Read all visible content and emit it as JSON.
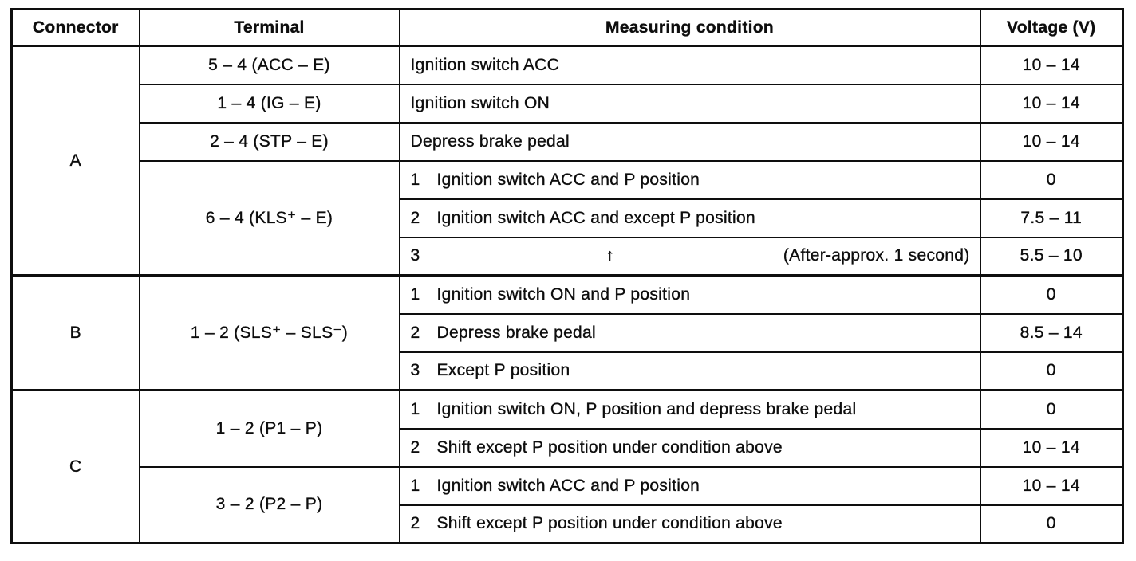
{
  "colors": {
    "ink": "#0e0e0e",
    "paper": "#ffffff"
  },
  "table": {
    "header": {
      "connector": "Connector",
      "terminal": "Terminal",
      "condition": "Measuring condition",
      "voltage": "Voltage (V)"
    },
    "sections": [
      {
        "connector": "A",
        "groups": [
          {
            "terminal": "5 – 4 (ACC – E)",
            "rows": [
              {
                "num": "",
                "condition": "Ignition switch ACC",
                "note": "",
                "voltage": "10 – 14"
              }
            ]
          },
          {
            "terminal": "1 – 4 (IG – E)",
            "rows": [
              {
                "num": "",
                "condition": "Ignition switch ON",
                "note": "",
                "voltage": "10 – 14"
              }
            ]
          },
          {
            "terminal": "2 – 4 (STP – E)",
            "rows": [
              {
                "num": "",
                "condition": "Depress brake pedal",
                "note": "",
                "voltage": "10 – 14"
              }
            ]
          },
          {
            "terminal": "6 – 4 (KLS⁺ – E)",
            "rows": [
              {
                "num": "1",
                "condition": "Ignition switch ACC and P position",
                "note": "",
                "voltage": "0"
              },
              {
                "num": "2",
                "condition": "Ignition switch ACC and except P position",
                "note": "",
                "voltage": "7.5 – 11"
              },
              {
                "num": "3",
                "condition": "↑",
                "note": "(After-approx. 1 second)",
                "voltage": "5.5 – 10"
              }
            ]
          }
        ]
      },
      {
        "connector": "B",
        "groups": [
          {
            "terminal": "1 – 2 (SLS⁺ – SLS⁻)",
            "rows": [
              {
                "num": "1",
                "condition": "Ignition switch ON and P position",
                "note": "",
                "voltage": "0"
              },
              {
                "num": "2",
                "condition": "Depress brake pedal",
                "note": "",
                "voltage": "8.5 – 14"
              },
              {
                "num": "3",
                "condition": "Except P position",
                "note": "",
                "voltage": "0"
              }
            ]
          }
        ]
      },
      {
        "connector": "C",
        "groups": [
          {
            "terminal": "1 – 2 (P1 – P)",
            "rows": [
              {
                "num": "1",
                "condition": "Ignition switch ON, P position and depress brake pedal",
                "note": "",
                "voltage": "0"
              },
              {
                "num": "2",
                "condition": "Shift except P position under condition above",
                "note": "",
                "voltage": "10 – 14"
              }
            ]
          },
          {
            "terminal": "3 – 2 (P2 – P)",
            "rows": [
              {
                "num": "1",
                "condition": "Ignition switch ACC and P position",
                "note": "",
                "voltage": "10 – 14"
              },
              {
                "num": "2",
                "condition": "Shift except P position under condition above",
                "note": "",
                "voltage": "0"
              }
            ]
          }
        ]
      }
    ]
  }
}
